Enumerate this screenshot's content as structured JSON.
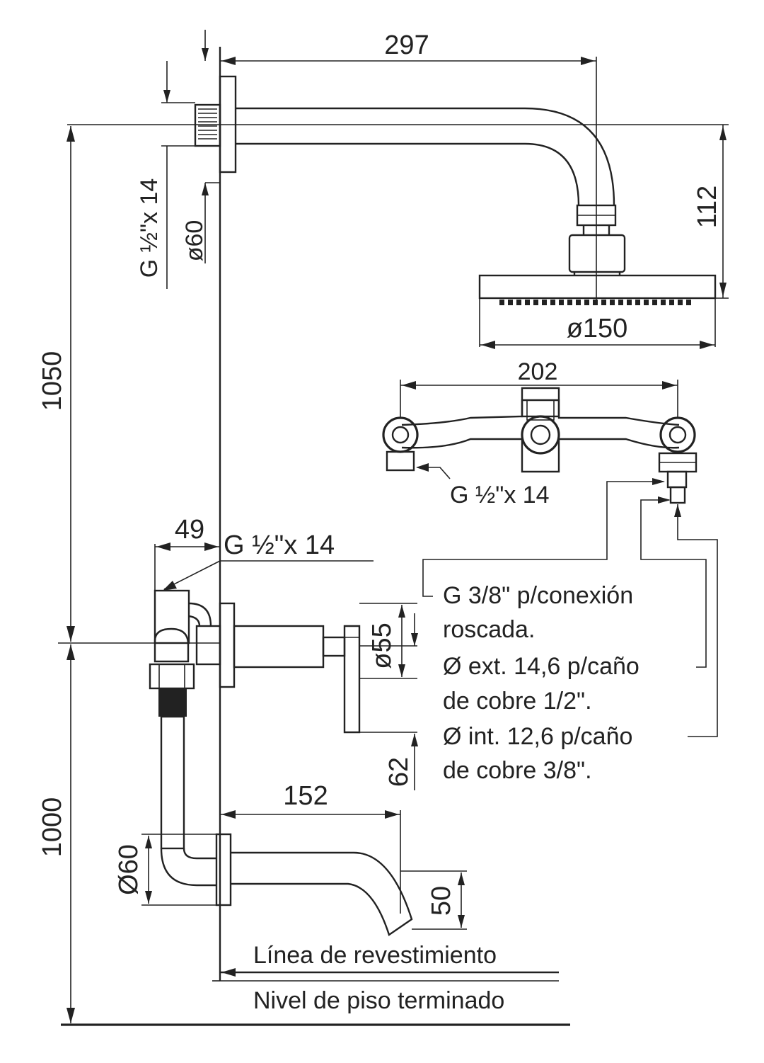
{
  "diagram": {
    "dimensions": {
      "top_width": "297",
      "head_drop": "112",
      "head_diameter": "ø150",
      "shower_height": "1050",
      "floor_to_valve": "1000",
      "mixer_width": "202",
      "valve_offset": "49",
      "handle_diameter": "ø55",
      "handle_depth": "62",
      "spout_length": "152",
      "spout_escutcheon": "Ø60",
      "spout_height": "50",
      "arm_escutcheon": "ø60"
    },
    "labels": {
      "arm_thread": "G ½\"x 14",
      "mixer_thread": "G ½\"x 14",
      "valve_thread": "G ½\"x 14",
      "connection_notes": [
        "G 3/8\" p/conexión",
        "roscada.",
        "Ø ext. 14,6 p/caño",
        "de cobre 1/2\".",
        "Ø int. 12,6 p/caño",
        "de cobre 3/8\"."
      ],
      "cladding_line": "Línea de revestimiento",
      "finished_floor": "Nivel de piso terminado"
    }
  }
}
